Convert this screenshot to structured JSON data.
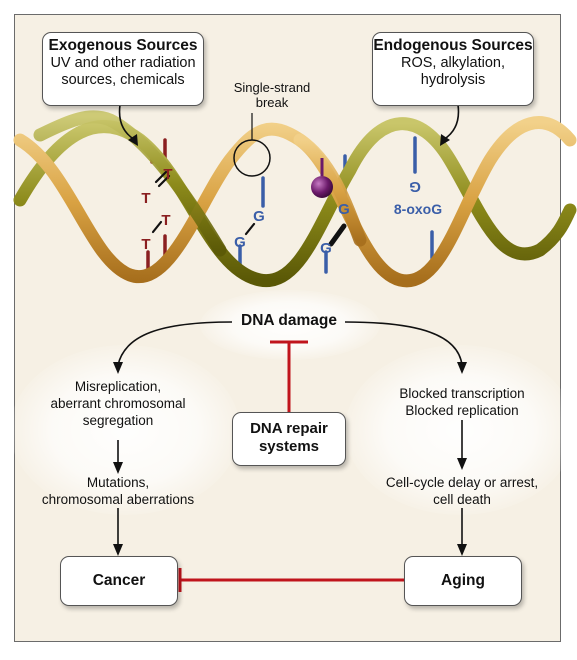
{
  "exogenous": {
    "title": "Exogenous Sources",
    "line1": "UV and other radiation",
    "line2": "sources, chemicals"
  },
  "endogenous": {
    "title": "Endogenous Sources",
    "line1": "ROS, alkylation,",
    "line2": "hydrolysis"
  },
  "single_strand": {
    "line1": "Single-strand",
    "line2": "break"
  },
  "bases": {
    "t": "T",
    "g": "G",
    "oxo": "8-oxoG"
  },
  "dna_damage": "DNA damage",
  "left_path": {
    "step1": [
      "Misreplication,",
      "aberrant chromosomal",
      "segregation"
    ],
    "step2": [
      "Mutations,",
      "chromosomal aberrations"
    ]
  },
  "right_path": {
    "step1": [
      "Blocked transcription",
      "Blocked replication"
    ],
    "step2": [
      "Cell-cycle delay or arrest,",
      "cell death"
    ]
  },
  "repair": {
    "line1": "DNA repair",
    "line2": "systems"
  },
  "cancer": "Cancer",
  "aging": "Aging",
  "colors": {
    "background": "#f6f0e4",
    "inhibit": "#c0141c",
    "strand_orange": "#d9a243",
    "strand_olive": "#8c8a1a",
    "base_blue": "#3a5ea8",
    "base_red": "#8a1f20",
    "adduct_purple": "#6b1a6a"
  }
}
